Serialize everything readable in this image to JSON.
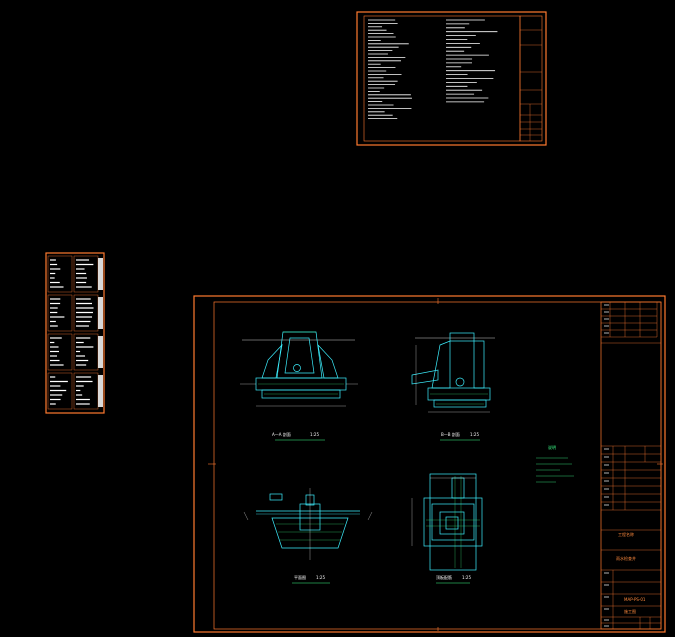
{
  "colors": {
    "background": "#000000",
    "frame": "#ff7a30",
    "drawing": "#3cf0ff",
    "text": "#ffffff",
    "dim": "#3cff8a"
  },
  "sheets": {
    "notes_sheet": {
      "name": "design-notes-sheet"
    },
    "index_sheet": {
      "name": "drawing-index-sheet"
    },
    "detail_sheet": {
      "name": "well-detail-sheet",
      "views": [
        {
          "id": "section-a",
          "caption": "A—A 剖面",
          "scale": "1:25"
        },
        {
          "id": "section-b",
          "caption": "B—B 剖面",
          "scale": "1:25"
        },
        {
          "id": "plan-c",
          "caption": "平面图",
          "scale": "1:25"
        },
        {
          "id": "plan-d",
          "caption": "顶板配筋",
          "scale": "1:25"
        }
      ],
      "note_title": "说明",
      "title_block": {
        "project": "工程名称",
        "drawing": "雨水检查井",
        "number": "MAP-PS-01",
        "stage": "施工图"
      }
    }
  }
}
